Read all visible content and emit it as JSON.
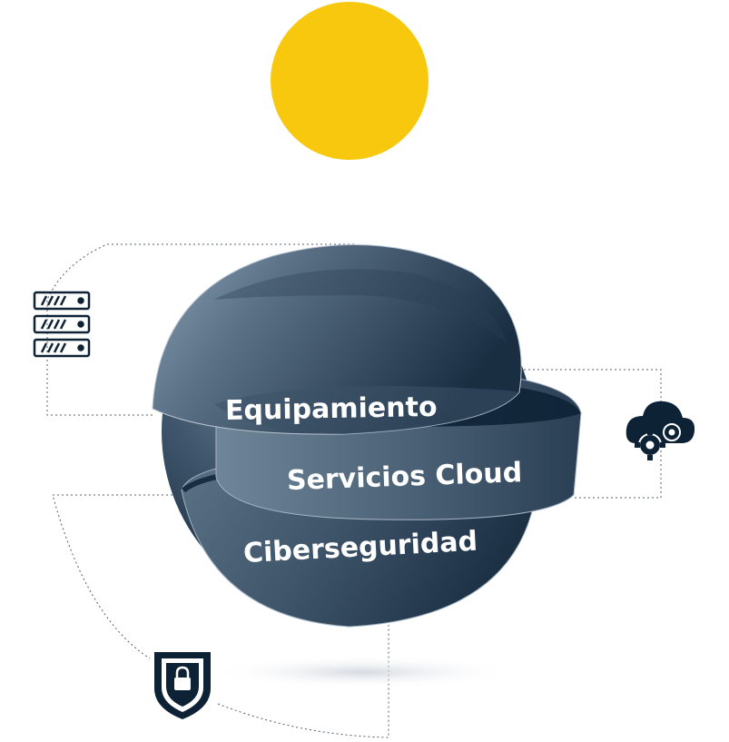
{
  "colors": {
    "accent_circle": "#F8C80E",
    "sphere_dark": "#0E2236",
    "sphere_mid": "#41586E",
    "sphere_light": "#8298AB",
    "icon_color": "#0E2236",
    "connector_line": "#1c2b3a"
  },
  "layers": {
    "top": "Equipamiento",
    "middle": "Servicios Cloud",
    "bottom": "Ciberseguridad"
  },
  "icons": {
    "equipment": "server-rack-icon",
    "cloud": "cloud-gears-icon",
    "security": "shield-lock-icon"
  }
}
